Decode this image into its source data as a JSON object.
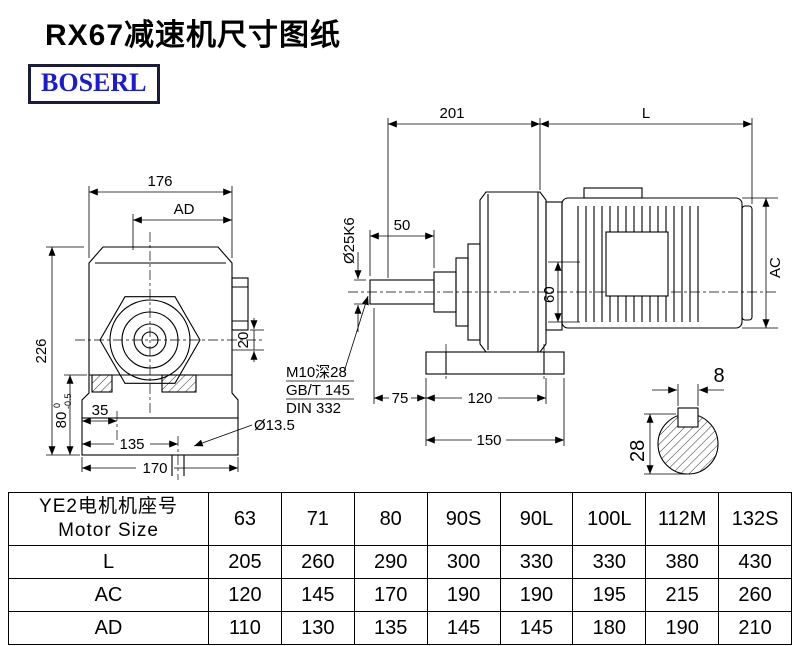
{
  "page": {
    "title": "RX67减速机尺寸图纸",
    "logo_text": "BOSERL"
  },
  "drawing": {
    "front_view": {
      "dim_width_top": "176",
      "dim_ad": "AD",
      "dim_height": "226",
      "dim_80": "80",
      "dim_80_tol_upper": "0",
      "dim_80_tol_lower": "-0.5",
      "dim_35": "35",
      "dim_135": "135",
      "dim_170": "170",
      "dim_20": "20",
      "dim_hole": "Ø13.5"
    },
    "side_view": {
      "dim_201": "201",
      "dim_l": "L",
      "dim_50": "50",
      "dim_shaft_dia": "Ø25K6",
      "dim_60": "60",
      "note_thread": "M10深28",
      "note_gb": "GB/T 145",
      "note_din": "DIN 332",
      "dim_75": "75",
      "dim_120": "120",
      "dim_150": "150",
      "dim_ac": "AC"
    },
    "key_section": {
      "dim_key_width": "8",
      "dim_shaft_height": "28"
    }
  },
  "table": {
    "header_cn": "YE2电机机座号",
    "header_en": "Motor Size",
    "sizes": [
      "63",
      "71",
      "80",
      "90S",
      "90L",
      "100L",
      "112M",
      "132S"
    ],
    "rows": [
      {
        "label": "L",
        "values": [
          "205",
          "260",
          "290",
          "300",
          "330",
          "330",
          "380",
          "430"
        ]
      },
      {
        "label": "AC",
        "values": [
          "120",
          "145",
          "170",
          "190",
          "190",
          "195",
          "215",
          "260"
        ]
      },
      {
        "label": "AD",
        "values": [
          "110",
          "130",
          "135",
          "145",
          "145",
          "180",
          "190",
          "210"
        ]
      }
    ]
  }
}
